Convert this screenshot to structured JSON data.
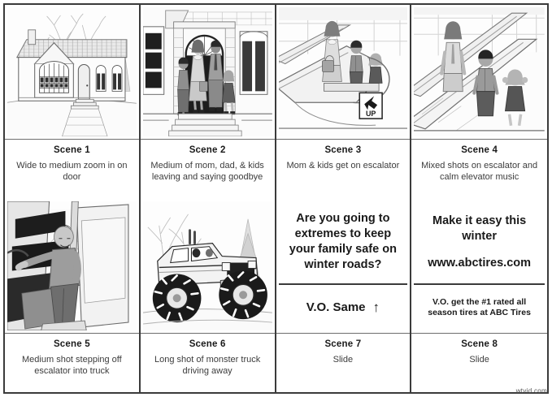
{
  "board": {
    "watermark": "wtvid.com",
    "rows": [
      {
        "cells": [
          {
            "kind": "art",
            "art": "house-exterior-illustration",
            "scene_label": "Scene 1",
            "description": "Wide to medium zoom in on door"
          },
          {
            "kind": "art",
            "art": "family-in-doorway-illustration",
            "scene_label": "Scene 2",
            "description": "Medium of mom, dad, & kids leaving and saying goodbye"
          },
          {
            "kind": "art",
            "art": "escalator-bottom-with-up-sign-illustration",
            "sign_text": "UP",
            "scene_label": "Scene 3",
            "description": "Mom & kids get on escalator"
          },
          {
            "kind": "art",
            "art": "people-riding-escalator-illustration",
            "scene_label": "Scene 4",
            "description": "Mixed shots on escalator and calm elevator music"
          }
        ]
      },
      {
        "cells": [
          {
            "kind": "art",
            "art": "man-stepping-into-truck-illustration",
            "scene_label": "Scene 5",
            "description": "Medium shot stepping off escalator into truck"
          },
          {
            "kind": "art",
            "art": "monster-truck-illustration",
            "scene_label": "Scene 6",
            "description": "Long shot of monster truck driving away"
          },
          {
            "kind": "slide",
            "slide_lines": [
              "Are you going to extremes to keep your family safe on winter roads?"
            ],
            "vo_text": "V.O. Same",
            "vo_arrow": "↑",
            "scene_label": "Scene 7",
            "description": "Slide"
          },
          {
            "kind": "slide",
            "slide_lines": [
              "Make it easy this winter",
              "www.abctires.com"
            ],
            "vo_text": "V.O. get the #1 rated all season tires at ABC Tires",
            "scene_label": "Scene 8",
            "description": "Slide"
          }
        ]
      }
    ]
  }
}
